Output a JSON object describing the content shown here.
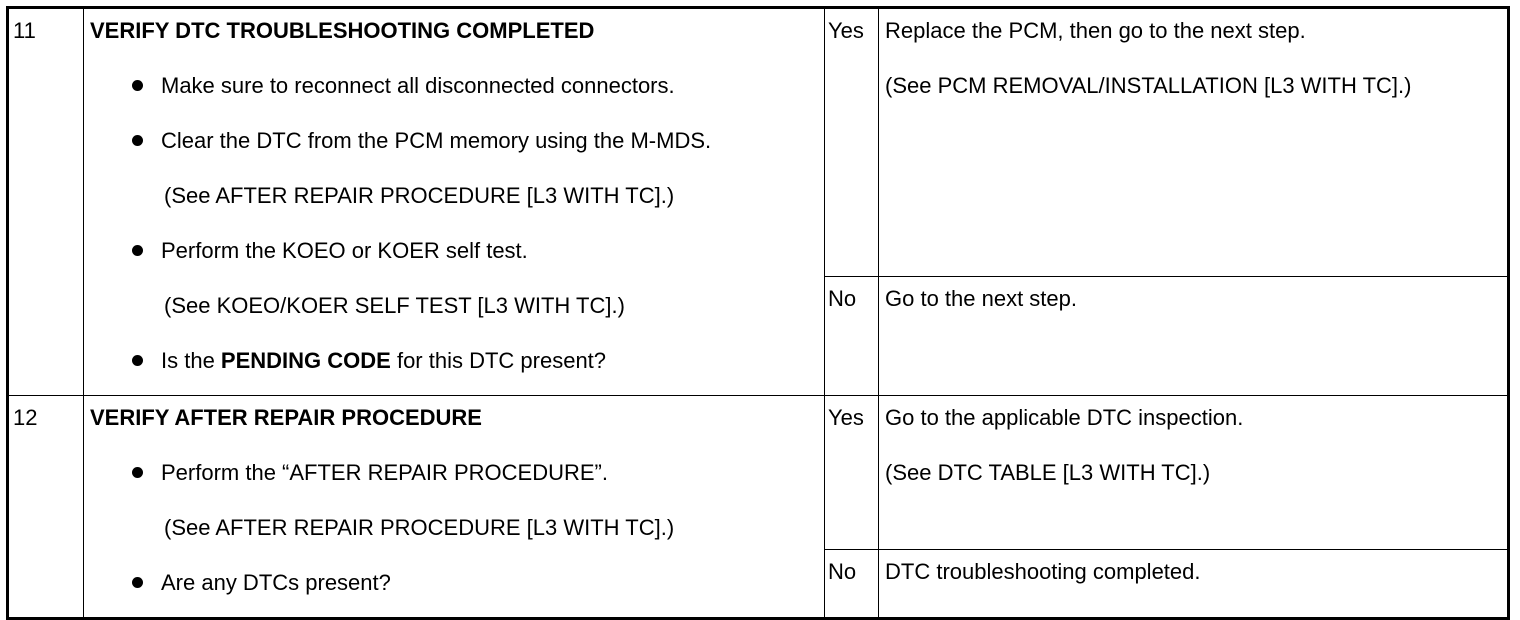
{
  "rows": [
    {
      "step": "11",
      "title": "VERIFY DTC TROUBLESHOOTING COMPLETED",
      "items": [
        {
          "kind": "bullet",
          "text": "Make sure to reconnect all disconnected connectors."
        },
        {
          "kind": "bullet",
          "text": "Clear the DTC from the PCM memory using the M-MDS."
        },
        {
          "kind": "sub",
          "text": "(See AFTER REPAIR PROCEDURE [L3 WITH TC].)"
        },
        {
          "kind": "bullet",
          "text": "Perform the KOEO or KOER self test."
        },
        {
          "kind": "sub",
          "text": "(See KOEO/KOER SELF TEST [L3 WITH TC].)"
        },
        {
          "kind": "bullet",
          "pre": "Is the ",
          "bold": "PENDING CODE",
          "post": " for this DTC present?"
        }
      ],
      "results": [
        {
          "answer": "Yes",
          "lines": [
            "Replace the PCM, then go to the next step.",
            "(See PCM REMOVAL/INSTALLATION [L3 WITH TC].)"
          ]
        },
        {
          "answer": "No",
          "lines": [
            "Go to the next step."
          ]
        }
      ]
    },
    {
      "step": "12",
      "title": "VERIFY AFTER REPAIR PROCEDURE",
      "items": [
        {
          "kind": "bullet",
          "text": "Perform the “AFTER REPAIR PROCEDURE”."
        },
        {
          "kind": "sub",
          "text": "(See AFTER REPAIR PROCEDURE [L3 WITH TC].)"
        },
        {
          "kind": "bullet",
          "text": "Are any DTCs present?"
        }
      ],
      "results": [
        {
          "answer": "Yes",
          "lines": [
            "Go to the applicable DTC inspection.",
            "(See DTC TABLE [L3 WITH TC].)"
          ]
        },
        {
          "answer": "No",
          "lines": [
            "DTC troubleshooting completed."
          ]
        }
      ]
    }
  ]
}
